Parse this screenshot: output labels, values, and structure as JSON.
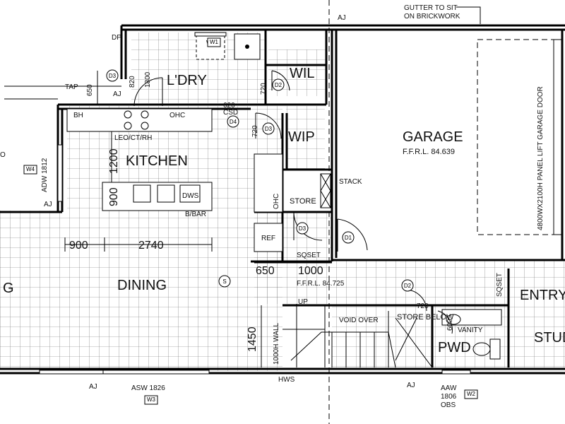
{
  "rooms": {
    "laundry": "L'DRY",
    "wil": "WIL",
    "wip": "WIP",
    "kitchen": "KITCHEN",
    "dining": "DINING",
    "garage": "GARAGE",
    "garage_ffrl": "F.F.R.L. 84.639",
    "entry": "ENTRY",
    "study": "STUD",
    "pwd": "PWD",
    "living": "G",
    "store": "STORE",
    "store_below": "STORE BELOW",
    "void_over": "VOID OVER"
  },
  "labels": {
    "gutter_line1": "GUTTER TO SIT",
    "gutter_line2": "ON BRICKWORK",
    "aj": "AJ",
    "dp": "DP",
    "tap": "TAP",
    "bh": "BH",
    "ohc": "OHC",
    "ohc_vertical": "OHC",
    "leo": "LEO/CT/RH",
    "dws": "DWS",
    "bbar": "B/BAR",
    "stack": "STACK",
    "ref": "REF",
    "csd": "CSD",
    "sqset": "SQSET",
    "sqset_vertical": "SQSET",
    "ffrl_main": "F.F.R.L. 84.725",
    "up": "UP",
    "wall_1000h": "1000H WALL",
    "hws": "HWS",
    "vanity": "VANITY",
    "asw": "ASW 1826",
    "aaw": "AAW",
    "aaw_size": "1806",
    "obs": "OBS",
    "adw": "ADW 1812",
    "garage_door": "4800WX2100H PANEL LIFT GARAGE DOOR",
    "wm": "WM",
    "s_marker": "S",
    "o_marker": "O"
  },
  "dimensions": {
    "d650_tap": "650",
    "d1200": "1200",
    "d900_island": "900",
    "d900": "900",
    "d2740": "2740",
    "d650": "650",
    "d1000": "1000",
    "d1450": "1450",
    "d720_wil": "720",
    "d720_wip": "720",
    "d620": "620",
    "d720_pwd": "720",
    "d600": "600",
    "d820": "820",
    "d1800": "1800"
  },
  "door_tags": {
    "d1": "D1",
    "d2_top": "D2",
    "d2_bottom": "D2",
    "d3_laundry": "D3",
    "d3_wip": "D3",
    "d3_store": "D3",
    "d4": "D4"
  },
  "window_tags": {
    "w1": "W1",
    "w2": "W2",
    "w3": "W3",
    "w4": "W4"
  }
}
